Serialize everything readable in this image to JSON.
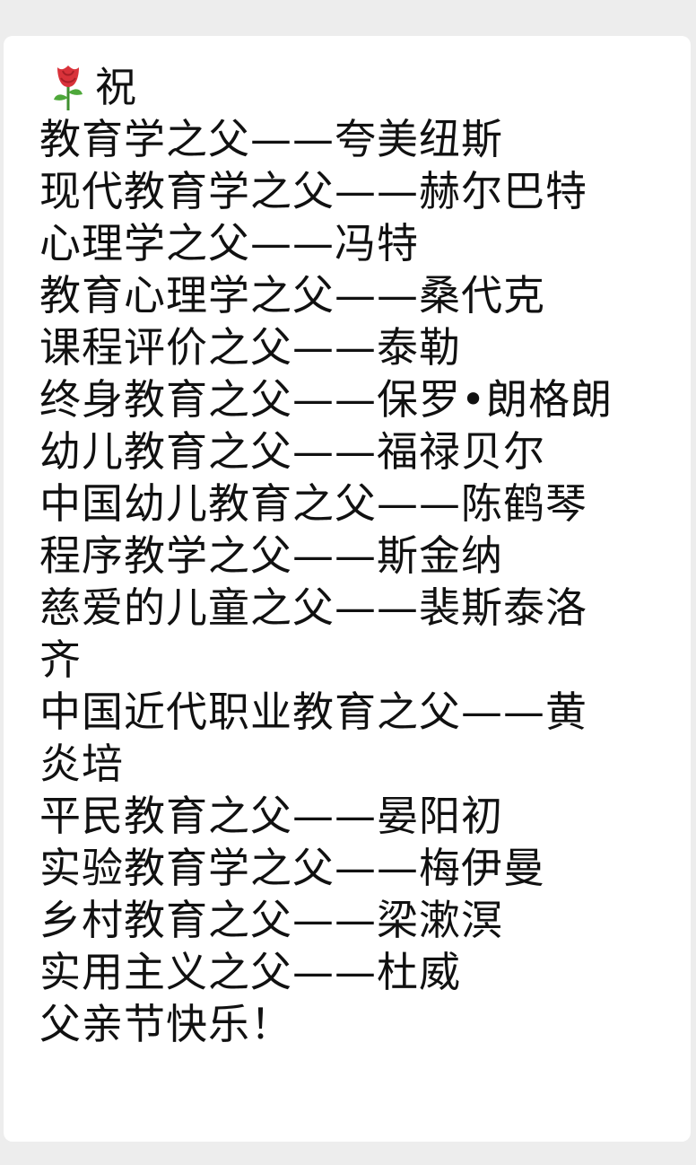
{
  "message": {
    "greeting_icon": "rose-icon",
    "greeting": "祝",
    "lines": [
      "教育学之父——夸美纽斯",
      "现代教育学之父——赫尔巴特",
      "心理学之父——冯特",
      "教育心理学之父——桑代克",
      "课程评价之父——泰勒",
      "终身教育之父——保罗•朗格朗",
      "幼儿教育之父——福禄贝尔",
      "中国幼儿教育之父——陈鹤琴",
      "程序教学之父——斯金纳",
      "慈爱的儿童之父——裴斯泰洛",
      "齐",
      "中国近代职业教育之父——黄",
      "炎培",
      "平民教育之父——晏阳初",
      "实验教育学之父——梅伊曼",
      "乡村教育之父——梁漱溟",
      "实用主义之父——杜威",
      "父亲节快乐！"
    ]
  },
  "colors": {
    "background": "#ededed",
    "bubble": "#ffffff",
    "text": "#111111",
    "rose": "#d9323a"
  }
}
